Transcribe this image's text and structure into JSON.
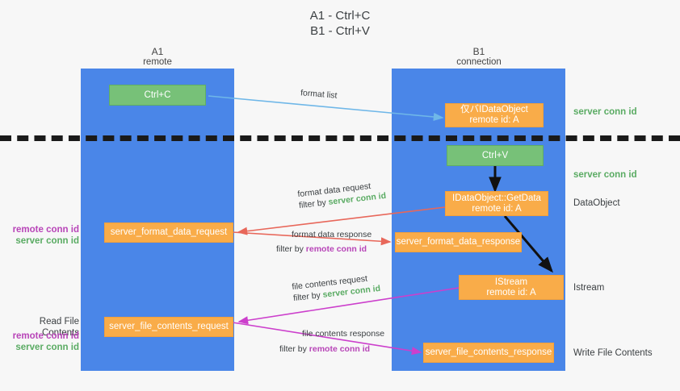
{
  "title": {
    "line1": "A1 - Ctrl+C",
    "line2": "B1 - Ctrl+V"
  },
  "lanes": [
    {
      "name": "A1",
      "sub": "remote"
    },
    {
      "name": "B1",
      "sub": "connection"
    }
  ],
  "boxes": {
    "ctrl_c": "Ctrl+C",
    "ctrl_v": "Ctrl+V",
    "idataobject_l1": "仅バIDataObject",
    "idataobject_l2": "remote id: A",
    "getdata_l1": "IDataObject::GetData",
    "getdata_l2": "remote id: A",
    "istream_l1": "IStream",
    "istream_l2": "remote id: A",
    "server_format_data_request": "server_format_data_request",
    "server_format_data_response": "server_format_data_response",
    "server_file_contents_request": "server_file_contents_request",
    "server_file_contents_response": "server_file_contents_response"
  },
  "arrow_labels": {
    "format_list": "format list",
    "format_data_request": "format data request",
    "format_data_request_filter_prefix": "filter by ",
    "format_data_request_filter_key": "server conn id",
    "format_data_response": "format data response",
    "format_data_response_filter_prefix": "filter by ",
    "format_data_response_filter_key": "remote conn id",
    "file_contents_request": "file contents request",
    "file_contents_request_filter_prefix": "filter by ",
    "file_contents_request_filter_key": "server conn id",
    "file_contents_response": "file contents response",
    "file_contents_response_filter_prefix": "filter by ",
    "file_contents_response_filter_key": "remote conn id"
  },
  "right_labels": {
    "server_conn_id_top": "server conn id",
    "server_conn_id_second": "server conn id",
    "dataobject": "DataObject",
    "istream": "Istream",
    "write_file_contents": "Write File Contents"
  },
  "left_labels": {
    "remote_conn_id_1": "remote conn id",
    "server_conn_id_1": "server conn id",
    "read_file_contents": "Read File Contents",
    "remote_conn_id_2": "remote conn id",
    "server_conn_id_2": "server conn id"
  },
  "colors": {
    "lane_blue": "#4a86e8",
    "box_green": "#77c178",
    "box_orange": "#f9ac49",
    "text_green": "#5aab63",
    "text_magenta": "#b845b8",
    "arrow_lightblue": "#6fb7e8",
    "arrow_red": "#e8675a",
    "arrow_magenta": "#cc3fcc",
    "arrow_black": "#111111",
    "divider_black": "#1a1a1a",
    "background": "#f7f7f7"
  }
}
